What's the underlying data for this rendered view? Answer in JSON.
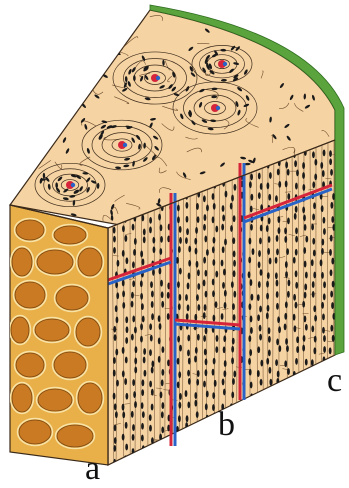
{
  "labels": {
    "a": "a",
    "b": "b",
    "c": "c"
  },
  "colors": {
    "bone_matrix": "#f5d3a3",
    "spongy_bone": "#c97a23",
    "spongy_highlight": "#e9b04a",
    "periosteum": "#5aa33d",
    "artery": "#d6243a",
    "vein": "#2a63c8",
    "lacuna": "#1a1a1a",
    "lamella_line": "#3b2a1a"
  }
}
